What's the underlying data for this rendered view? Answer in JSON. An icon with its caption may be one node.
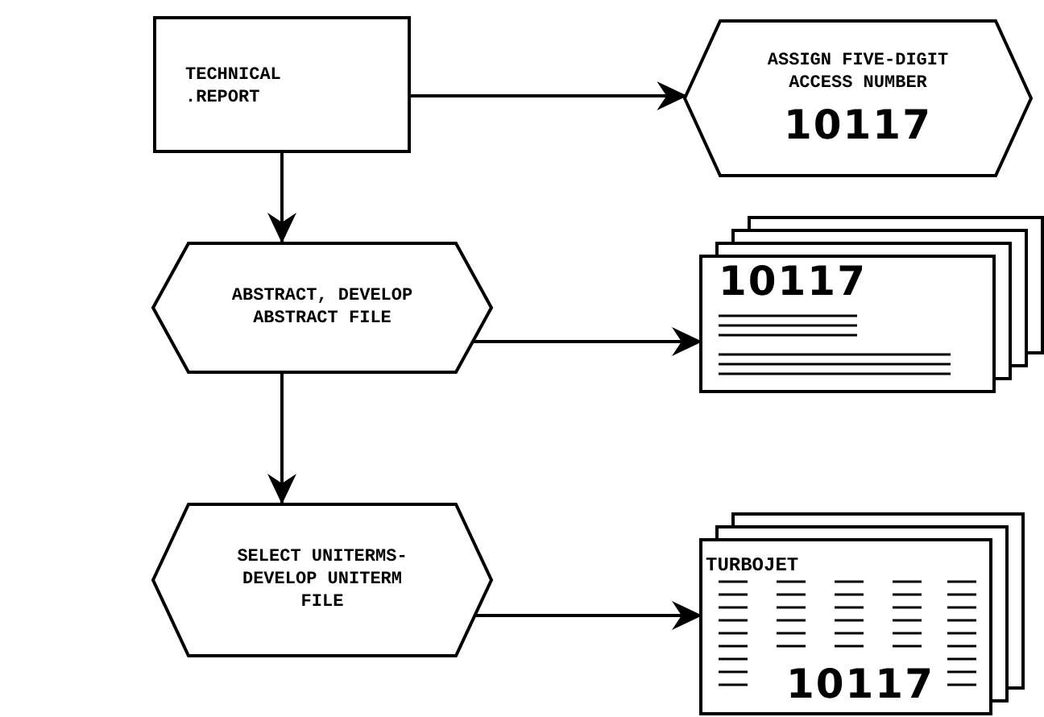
{
  "diagram": {
    "nodes": [
      {
        "text": [
          "TECHNICAL .REPORT"
        ]
      },
      {
        "text": [
          "ASSIGN FIVE-DIGIT ACCESS NUMBER",
          "10117"
        ]
      },
      {
        "text": [
          "ABSTRACT, DEVELOP ABSTRACT FILE"
        ]
      },
      {
        "text": [
          "10117"
        ]
      },
      {
        "text": [
          "SELECT UNITERMS-DEVELOP UNITERM FILE"
        ]
      },
      {
        "text": [
          "TURBOJET",
          "10117"
        ]
      }
    ],
    "edges": [
      {
        "from": 0,
        "to": 1,
        "arrow": "to"
      },
      {
        "from": 0,
        "to": 2,
        "arrow": "to"
      },
      {
        "from": 2,
        "to": 3,
        "arrow": "to"
      },
      {
        "from": 2,
        "to": 4,
        "arrow": "to"
      },
      {
        "from": 4,
        "to": 5,
        "arrow": "to"
      }
    ]
  }
}
